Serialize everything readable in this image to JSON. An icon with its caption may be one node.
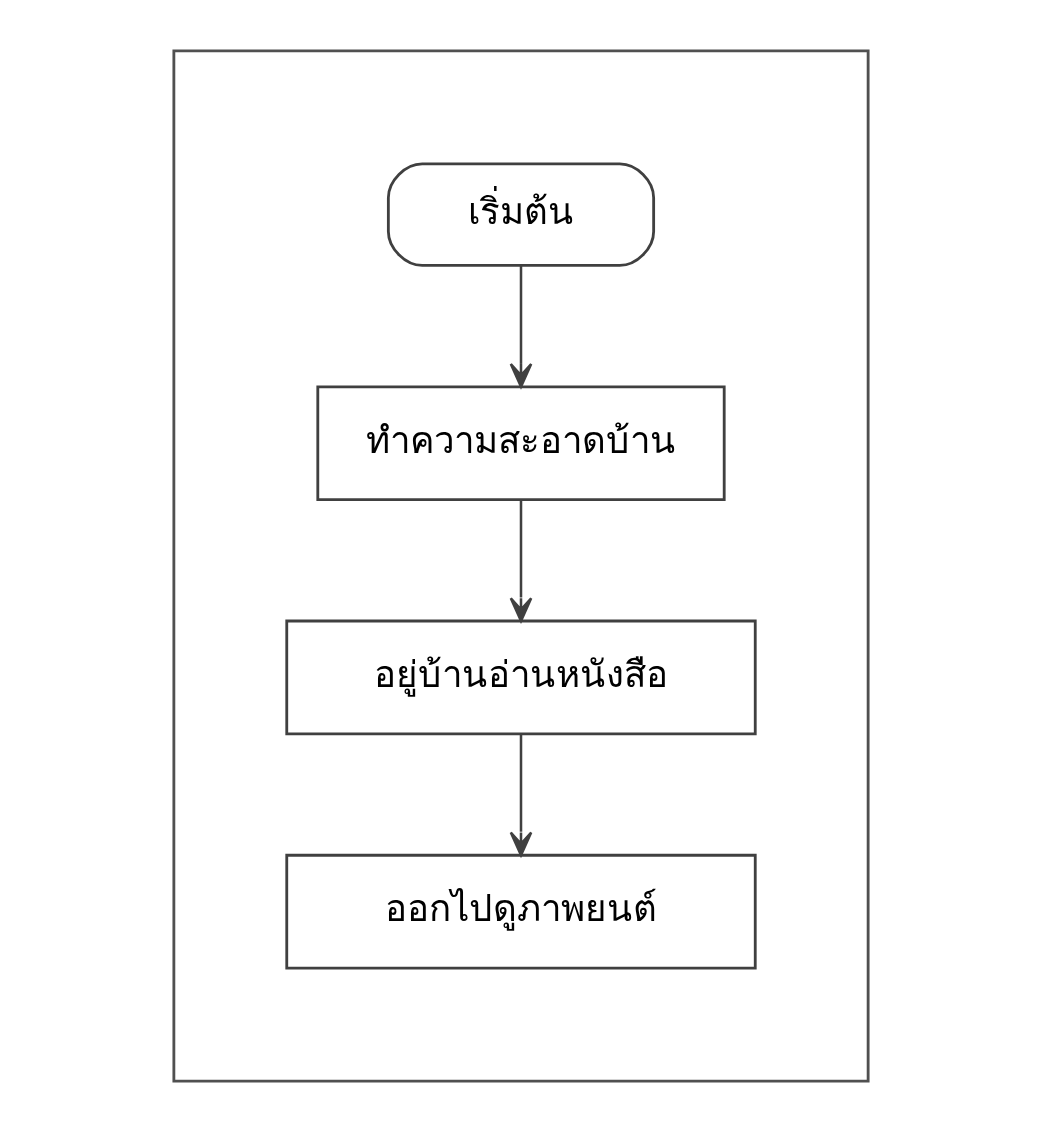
{
  "diagram": {
    "nodes": [
      {
        "text": [],
        "shape": "box"
      },
      {
        "text": [
          "เริ่มต้น"
        ],
        "in": 0
      },
      {
        "text": [
          "ทำความสะอาดบ้าน"
        ],
        "in": 0
      },
      {
        "text": [
          "อยู่บ้านอ่านหนังสือ"
        ],
        "in": 0
      },
      {
        "text": [
          "ออกไปดูภาพยนต์"
        ],
        "in": 0
      }
    ],
    "edges": [
      {
        "from": 1,
        "to": 2,
        "arrow": "to"
      },
      {
        "from": 2,
        "to": 3,
        "arrow": "to"
      },
      {
        "from": 3,
        "to": 4,
        "arrow": "to"
      }
    ]
  }
}
